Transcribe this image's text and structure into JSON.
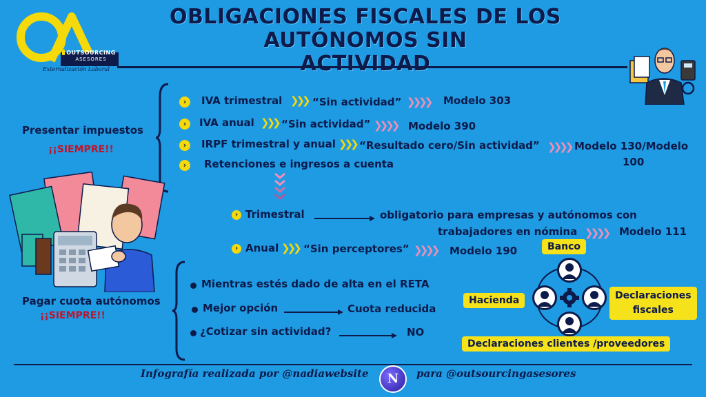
{
  "title": {
    "line1": "OBLIGACIONES FISCALES DE LOS AUTÓNOMOS SIN",
    "line2": "ACTIVIDAD"
  },
  "logo": {
    "name": "OUTSOURCING",
    "sub": "ASESORES",
    "tagline": "Externalización Laboral"
  },
  "left": {
    "presentar": "Presentar impuestos",
    "siempre1": "¡¡SIEMPRE!!",
    "pagar": "Pagar cuota autónomos",
    "siempre2": "¡¡SIEMPRE!!"
  },
  "impuestos": [
    {
      "label": "IVA trimestral",
      "detail": "“Sin actividad”",
      "modelo": "Modelo 303"
    },
    {
      "label": "IVA anual",
      "detail": "“Sin actividad”",
      "modelo": "Modelo 390"
    },
    {
      "label": "IRPF trimestral y anual",
      "detail": "“Resultado cero/Sin actividad”",
      "modelo": "Modelo 130/Modelo",
      "modelo2": "100"
    },
    {
      "label": "Retenciones e ingresos a cuenta"
    }
  ],
  "retenciones": {
    "trimestral": "Trimestral",
    "trimestral_desc1": "obligatorio para empresas y autónomos con",
    "trimestral_desc2": "trabajadores en nómina",
    "trimestral_modelo": "Modelo 111",
    "anual": "Anual",
    "anual_desc": "“Sin perceptores”",
    "anual_modelo": "Modelo 190"
  },
  "cuota": [
    {
      "label": "Mientras estés dado de alta en el RETA"
    },
    {
      "label": "Mejor opción",
      "result": "Cuota reducida"
    },
    {
      "label": "¿Cotizar sin actividad?",
      "result": "NO"
    }
  ],
  "cycle": {
    "top": "Banco",
    "left": "Hacienda",
    "right1": "Declaraciones",
    "right2": "fiscales",
    "bottom": "Declaraciones clientes /proveedores"
  },
  "footer": {
    "left": "Infografía realizada por @nadiawebsite",
    "badge": "N",
    "right": "para @outsourcingasesores"
  },
  "colors": {
    "background": "#1e9be3",
    "navy": "#0d1a4a",
    "yellow": "#f5e21a",
    "red": "#c0152b",
    "pink": "#f08fb8"
  }
}
